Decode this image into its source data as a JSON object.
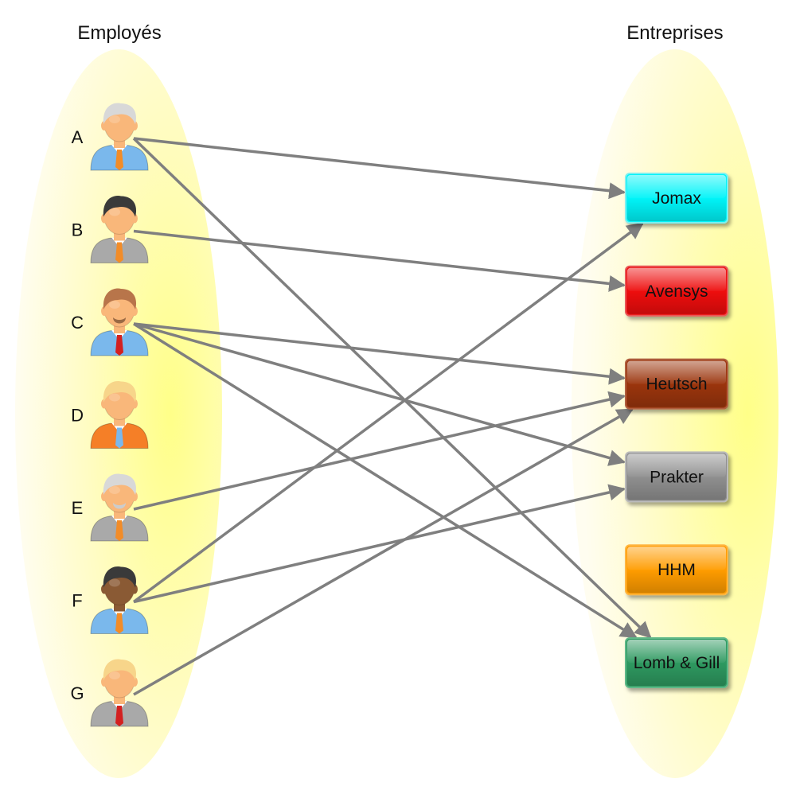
{
  "groups": {
    "left_title": "Employés",
    "right_title": "Entreprises"
  },
  "employees": [
    {
      "id": "A",
      "label": "A",
      "hair": "#d8d8d8",
      "skin": "#f9b77a",
      "shirt": "#7ab8ec",
      "tie": "#f28c28",
      "beard": ""
    },
    {
      "id": "B",
      "label": "B",
      "hair": "#3a3a3a",
      "skin": "#f9b77a",
      "shirt": "#a9a9a9",
      "tie": "#f28c28",
      "beard": ""
    },
    {
      "id": "C",
      "label": "C",
      "hair": "#b8754a",
      "skin": "#f9b77a",
      "shirt": "#7ab8ec",
      "tie": "#d32020",
      "beard": "#9a6a44"
    },
    {
      "id": "D",
      "label": "D",
      "hair": "#f7d58a",
      "skin": "#f9b77a",
      "shirt": "#f57f27",
      "tie": "#7ab8ec",
      "beard": ""
    },
    {
      "id": "E",
      "label": "E",
      "hair": "#d8d8d8",
      "skin": "#f9b77a",
      "shirt": "#a9a9a9",
      "tie": "#f28c28",
      "beard": "#cccccc"
    },
    {
      "id": "F",
      "label": "F",
      "hair": "#3a3a3a",
      "skin": "#8a5a34",
      "shirt": "#7ab8ec",
      "tie": "#f28c28",
      "beard": ""
    },
    {
      "id": "G",
      "label": "G",
      "hair": "#f7d58a",
      "skin": "#f9b77a",
      "shirt": "#a9a9a9",
      "tie": "#d32020",
      "beard": ""
    }
  ],
  "companies": [
    {
      "id": "jomax",
      "label": "Jomax",
      "color": "#00f4f8",
      "border": "#7cf0f0"
    },
    {
      "id": "avensys",
      "label": "Avensys",
      "color": "#ee1111",
      "border": "#e85858"
    },
    {
      "id": "heutsch",
      "label": "Heutsch",
      "color": "#9b3410",
      "border": "#b06040"
    },
    {
      "id": "prakter",
      "label": "Prakter",
      "color": "#8f8f8f",
      "border": "#bbbbbb"
    },
    {
      "id": "hhm",
      "label": "HHM",
      "color": "#ff9c00",
      "border": "#ffb540"
    },
    {
      "id": "lomb",
      "label": "Lomb & Gill",
      "color": "#2e9960",
      "border": "#5fb888"
    }
  ],
  "relations": [
    {
      "from": "A",
      "to": "jomax"
    },
    {
      "from": "A",
      "to": "lomb"
    },
    {
      "from": "B",
      "to": "avensys"
    },
    {
      "from": "C",
      "to": "heutsch"
    },
    {
      "from": "C",
      "to": "prakter"
    },
    {
      "from": "C",
      "to": "lomb"
    },
    {
      "from": "E",
      "to": "heutsch"
    },
    {
      "from": "F",
      "to": "jomax"
    },
    {
      "from": "F",
      "to": "prakter"
    },
    {
      "from": "G",
      "to": "heutsch"
    }
  ],
  "colors": {
    "set_fill": "#ffff90",
    "arrow": "#7f7f7f"
  }
}
